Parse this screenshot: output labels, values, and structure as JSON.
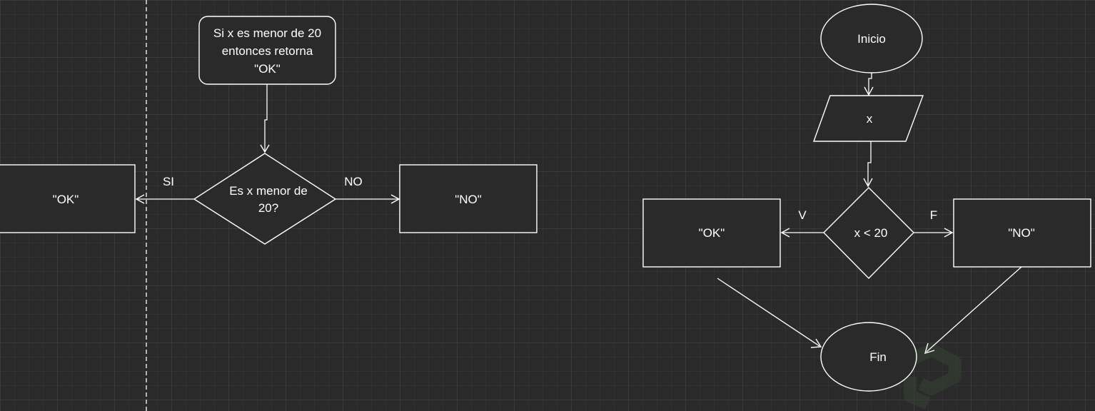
{
  "colors": {
    "background": "#2a2a2a",
    "grid_minor": "#3b3b3b",
    "grid_major": "#4a4a4a",
    "stroke": "#ffffff",
    "text": "#ffffff",
    "watermark": "#344233"
  },
  "left_diagram": {
    "note_lines": [
      "Si x es menor de 20",
      "entonces retorna",
      "\"OK\""
    ],
    "decision_lines": [
      "Es x menor de",
      "20?"
    ],
    "yes_label": "SI",
    "no_label": "NO",
    "ok_box": "\"OK\"",
    "no_box": "\"NO\""
  },
  "right_diagram": {
    "start": "Inicio",
    "input": "x",
    "decision": "x < 20",
    "true_label": "V",
    "false_label": "F",
    "ok_box": "\"OK\"",
    "no_box": "\"NO\"",
    "end": "Fin"
  }
}
